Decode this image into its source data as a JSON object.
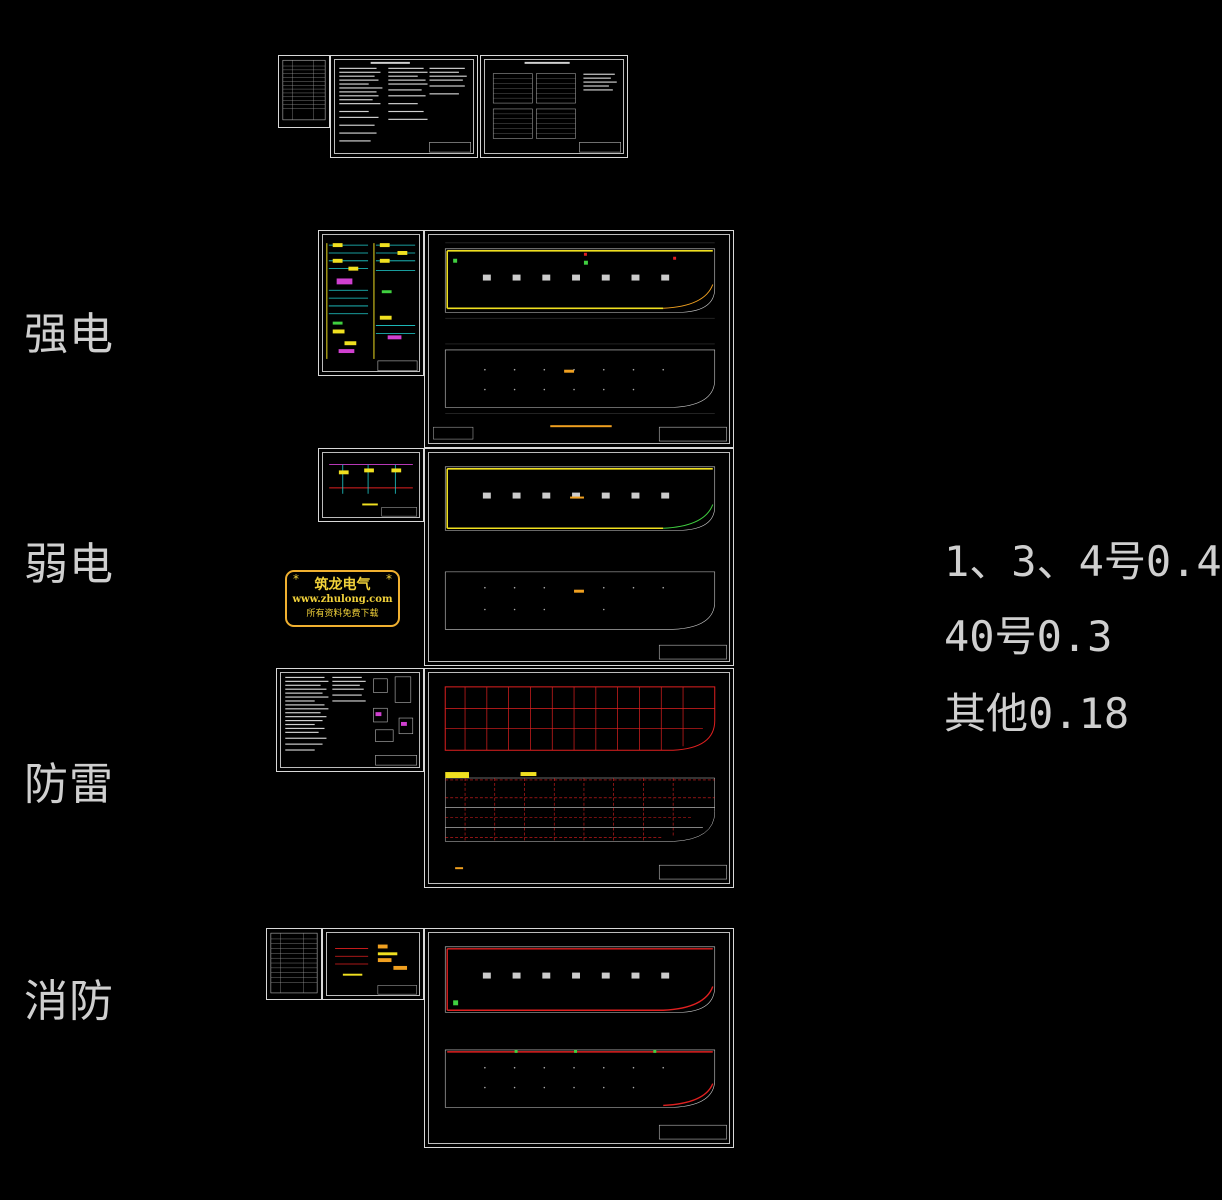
{
  "labels": {
    "strong_current": "强电",
    "weak_current": "弱电",
    "lightning": "防雷",
    "fire": "消防"
  },
  "notes": {
    "line1": "1、3、4号0.4",
    "line2": "40号0.3",
    "line3": "其他0.18"
  },
  "logo": {
    "title": "筑龙电气",
    "url": "www.zhulong.com",
    "tagline": "所有资料免费下载",
    "star_left": "*",
    "star_right": "*"
  },
  "colors": {
    "background": "#000000",
    "label_text": "#cfcfcf",
    "sheet_border": "#d8d8d8",
    "wire_yellow": "#f0e020",
    "wire_red": "#e02020",
    "wire_magenta": "#d040d0",
    "logo_gold": "#f2d23a"
  }
}
